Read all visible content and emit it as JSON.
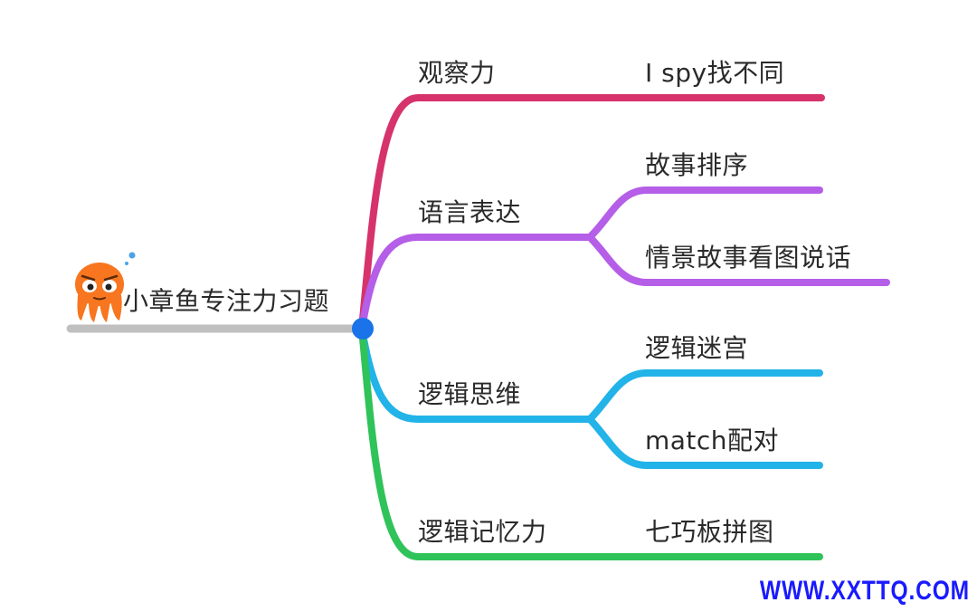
{
  "root": {
    "label": "小章鱼专注力习题",
    "mascot": "octopus-icon",
    "line_color": "#c0c0c0",
    "node_color": "#1a73e8"
  },
  "branches": [
    {
      "label": "观察力",
      "color": "#d6336c",
      "children": [
        "I spy找不同"
      ]
    },
    {
      "label": "语言表达",
      "color": "#b55ee8",
      "children": [
        "故事排序",
        "情景故事看图说话"
      ]
    },
    {
      "label": "逻辑思维",
      "color": "#22b3e8",
      "children": [
        "逻辑迷宫",
        "match配对"
      ]
    },
    {
      "label": "逻辑记忆力",
      "color": "#2fc35a",
      "children": [
        "七巧板拼图"
      ]
    }
  ],
  "watermark": "WWW.XXTTQ.COM"
}
